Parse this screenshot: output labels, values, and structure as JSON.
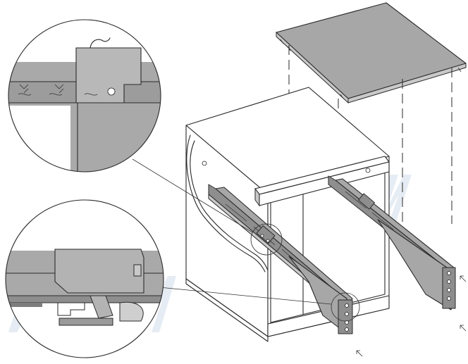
{
  "diagram": {
    "kind": "exploded assembly drawing",
    "colors": {
      "background": "#ffffff",
      "line": "#2a2a2a",
      "panel_grey": "#a7a7a7",
      "dark_grey": "#8e8e8e",
      "watermark": "#cfdde9"
    },
    "icons": [
      "cabinet",
      "top-panel",
      "drawer-runner",
      "mounting-bracket",
      "detail-magnifier-circle",
      "insert-arrow",
      "watermark-logo"
    ]
  }
}
